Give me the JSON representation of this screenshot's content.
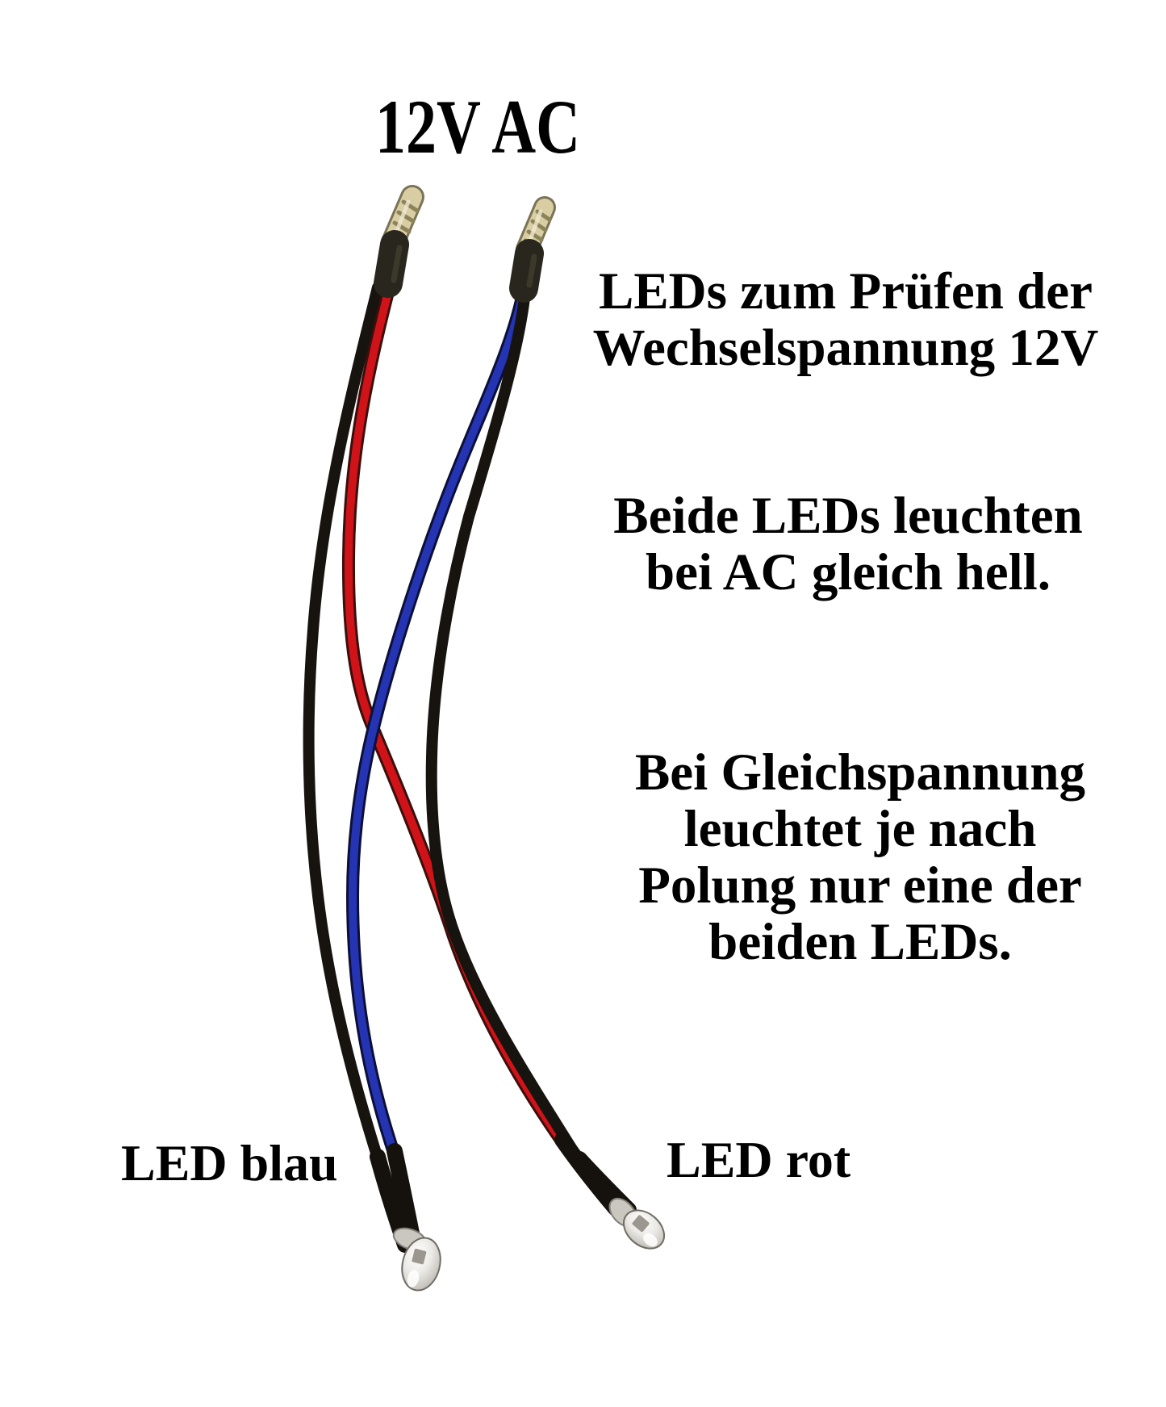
{
  "title": "12V AC",
  "annotations": [
    {
      "lines": [
        "LEDs zum Prüfen der",
        "Wechselspannung 12V"
      ]
    },
    {
      "lines": [
        "Beide LEDs leuchten",
        "bei AC gleich hell."
      ]
    },
    {
      "lines": [
        "Bei Gleichspannung",
        "leuchtet je nach",
        "Polung nur eine der",
        "beiden LEDs."
      ]
    }
  ],
  "labels": {
    "led_blue": "LED blau",
    "led_red": "LED rot"
  },
  "photo": {
    "description_parts": {
      "left_connector": "tinned-twisted-wire-tip",
      "right_connector": "tinned-twisted-wire-tip",
      "left_led": "clear-bulb-led-blue",
      "right_led": "clear-bulb-led-red"
    }
  },
  "colors": {
    "background": "#ffffff",
    "text": "#000000",
    "wire_red": "#d01219",
    "wire_blue": "#2434b2",
    "wire_black": "#17130e",
    "heat_shrink": "#29261e",
    "tinned_tip": "#d8cda3",
    "led_flange_silver": "#cac7c0"
  }
}
